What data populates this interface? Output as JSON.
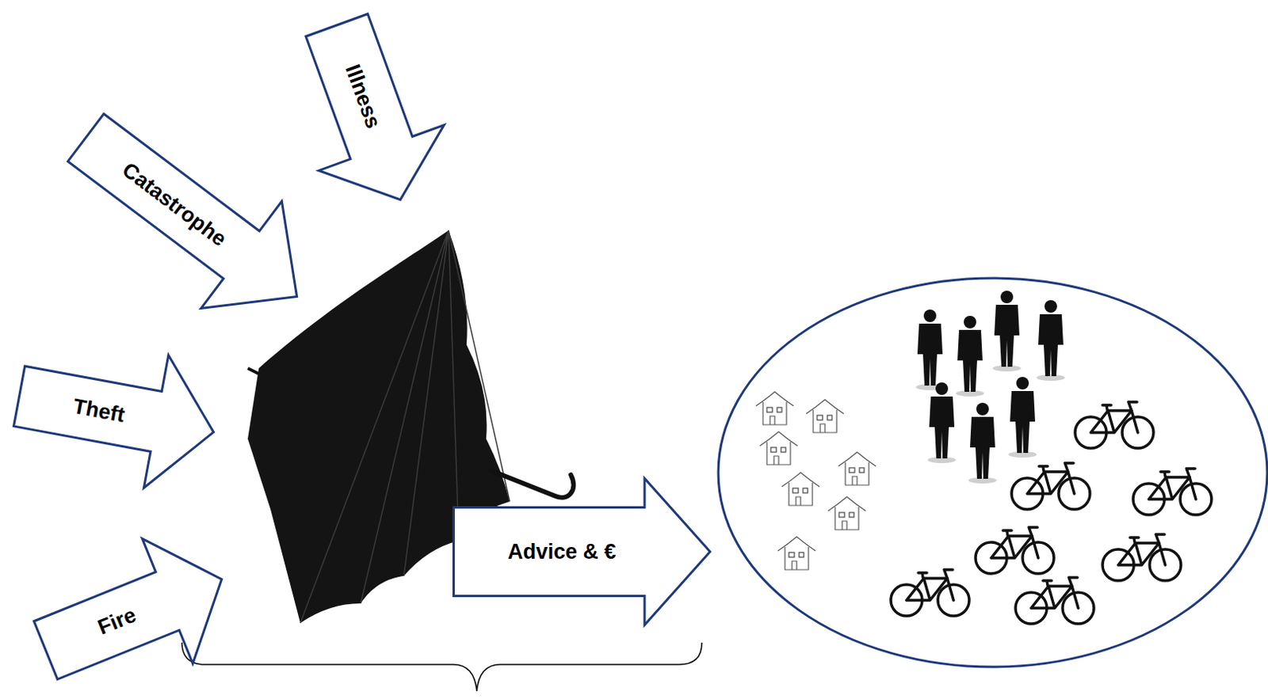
{
  "diagram": {
    "nodes": [
      {
        "text": [
          "Illness"
        ]
      },
      {
        "text": [
          "Catastrophe"
        ]
      },
      {
        "text": [
          "Theft"
        ]
      },
      {
        "text": [
          "Fire"
        ]
      },
      {
        "text": [
          "Advice & €"
        ]
      }
    ]
  }
}
